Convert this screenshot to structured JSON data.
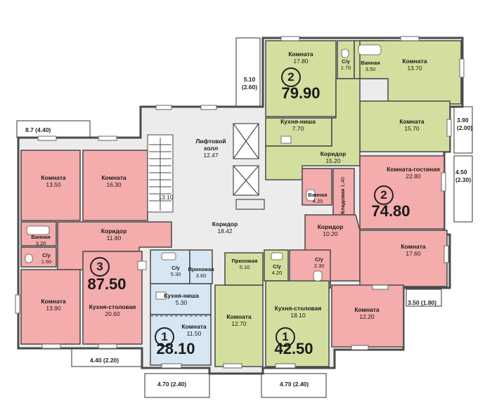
{
  "rooms": [
    {
      "id": "r1",
      "name": "Комната",
      "area": "17.80"
    },
    {
      "id": "r2",
      "name": "С/у",
      "area": "1.70"
    },
    {
      "id": "r3",
      "name": "Ванная",
      "area": "3.50"
    },
    {
      "id": "r4",
      "name": "Комната",
      "area": "13.70"
    },
    {
      "id": "r5",
      "name": "Комната",
      "area": "15.70"
    },
    {
      "id": "r6",
      "name": "Кухня-ниша",
      "area": "7.70"
    },
    {
      "id": "r7",
      "name": "Коридор",
      "area": "15.20"
    },
    {
      "id": "r8",
      "name": "Лифтовой холл",
      "area": "12.47"
    },
    {
      "id": "r9",
      "name": "",
      "area": "13.10"
    },
    {
      "id": "r10",
      "name": "Комната",
      "area": "13.50"
    },
    {
      "id": "r11",
      "name": "Комната",
      "area": "16.30"
    },
    {
      "id": "r12",
      "name": "Коридор",
      "area": "11.80"
    },
    {
      "id": "r13",
      "name": "Коридор",
      "area": "18.42"
    },
    {
      "id": "r14",
      "name": "Ванная",
      "area": "4.20"
    },
    {
      "id": "r15",
      "name": "Кладовая",
      "area": "1.40"
    },
    {
      "id": "r16",
      "name": "Комната-гостиная",
      "area": "22.80"
    },
    {
      "id": "r17",
      "name": "Коридор",
      "area": "10.20"
    },
    {
      "id": "r18",
      "name": "Комната",
      "area": "17.60"
    },
    {
      "id": "r19",
      "name": "Ванная",
      "area": "3.20"
    },
    {
      "id": "r20",
      "name": "С/у",
      "area": "1.60"
    },
    {
      "id": "r21",
      "name": "Комната",
      "area": "13.90"
    },
    {
      "id": "r22",
      "name": "Кухня-столовая",
      "area": "20.60"
    },
    {
      "id": "r23",
      "name": "С/у",
      "area": "5.30"
    },
    {
      "id": "r24",
      "name": "Прихожая",
      "area": "3.60"
    },
    {
      "id": "r25",
      "name": "Кухня-ниша",
      "area": "5.30"
    },
    {
      "id": "r26",
      "name": "Комната",
      "area": "11.50"
    },
    {
      "id": "r27",
      "name": "Прихожая",
      "area": "5.10"
    },
    {
      "id": "r28",
      "name": "С/у",
      "area": "4.20"
    },
    {
      "id": "r29",
      "name": "Комната",
      "area": "12.70"
    },
    {
      "id": "r30",
      "name": "Кухня-столовая",
      "area": "18.10"
    },
    {
      "id": "r31",
      "name": "С/у",
      "area": "2.30"
    },
    {
      "id": "r32",
      "name": "Комната",
      "area": "12.20"
    }
  ],
  "apartments": [
    {
      "id": "a1",
      "rooms": "2",
      "total": "79.90"
    },
    {
      "id": "a2",
      "rooms": "2",
      "total": "74.80"
    },
    {
      "id": "a3",
      "rooms": "3",
      "total": "87.50"
    },
    {
      "id": "a4",
      "rooms": "1",
      "total": "28.10"
    },
    {
      "id": "a5",
      "rooms": "1",
      "total": "42.50"
    }
  ],
  "balconies": [
    {
      "id": "b1",
      "label": "5.10 (2.60)"
    },
    {
      "id": "b2",
      "label": "3.90 (2.00)"
    },
    {
      "id": "b3",
      "label": "4.50 (2.30)"
    },
    {
      "id": "b4",
      "label": "8.7 (4.40)"
    },
    {
      "id": "b5",
      "label": "3.50 (1.80)"
    },
    {
      "id": "b6",
      "label": "4.40 (2.20)"
    },
    {
      "id": "b7",
      "label": "4.70 (2.40)"
    },
    {
      "id": "b8",
      "label": "4.70 (2.40)"
    }
  ],
  "colors": {
    "green": "#d3df9f",
    "pink": "#f4acac",
    "blue": "#d6e6f2",
    "gray": "#ececec",
    "wall": "#4a4a4a"
  }
}
